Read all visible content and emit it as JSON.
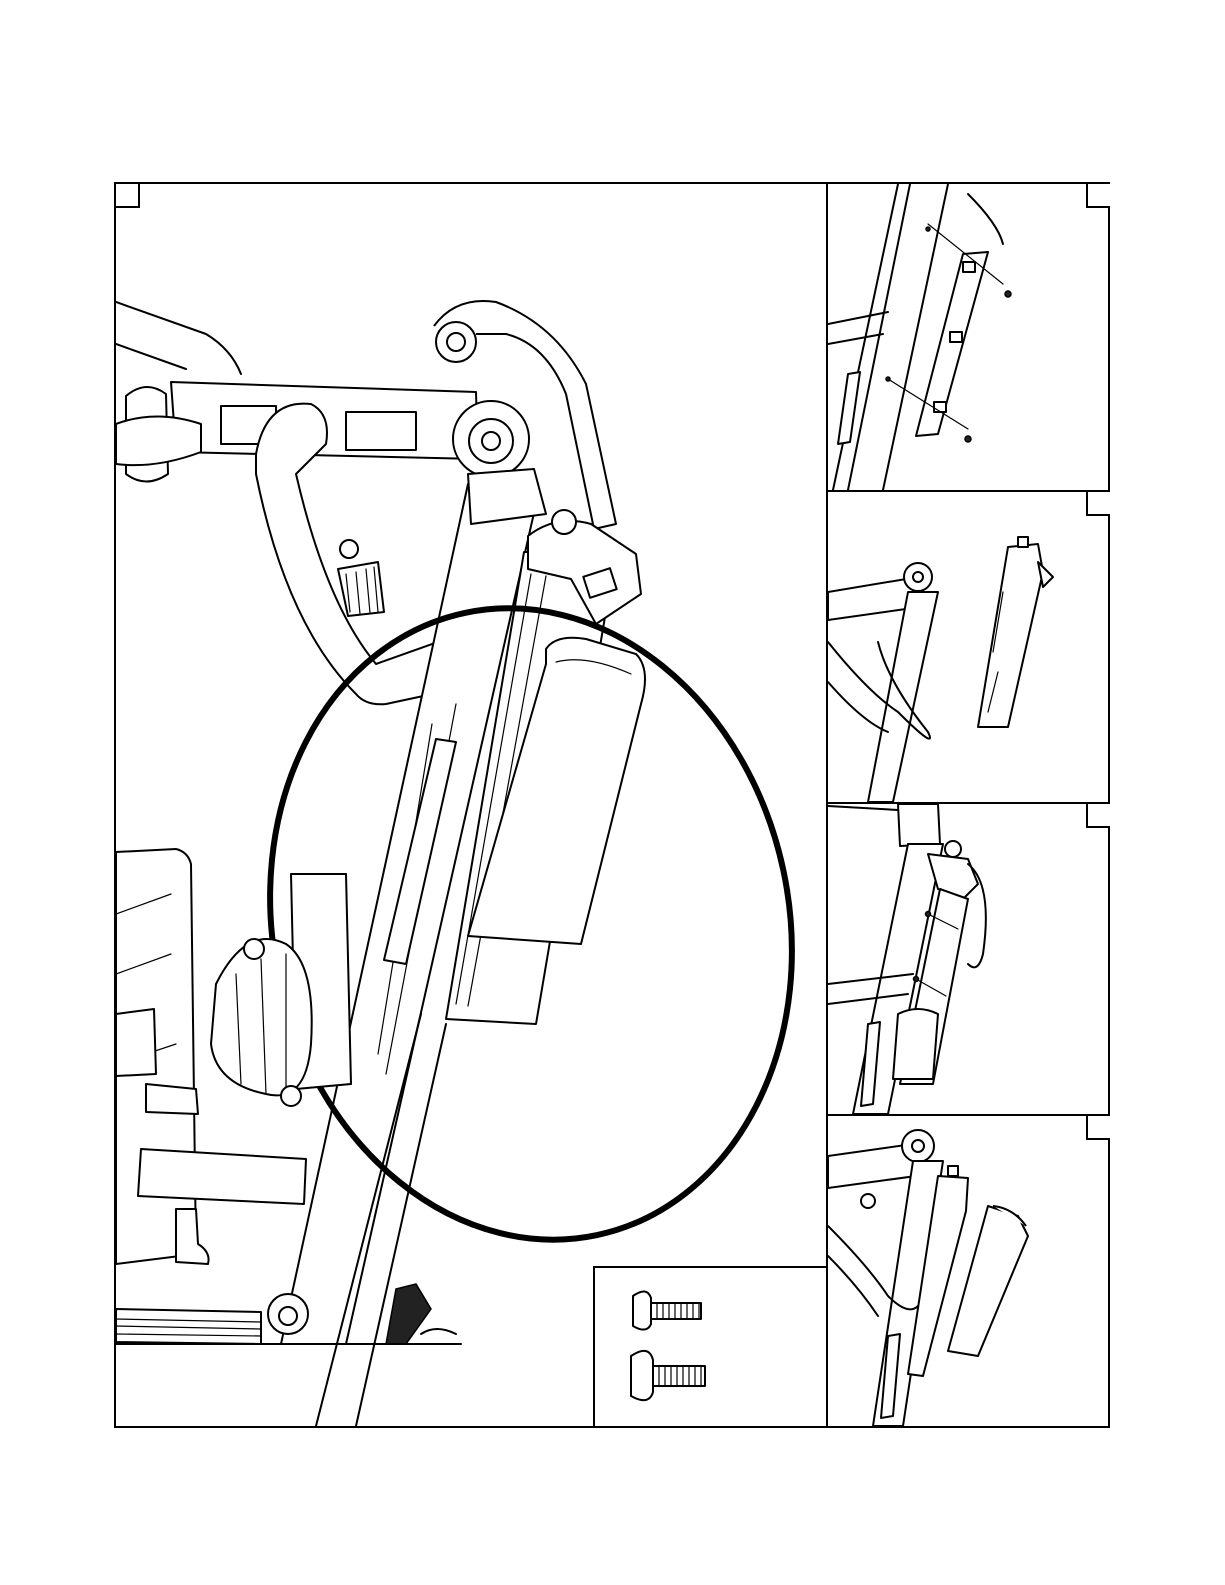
{
  "page": {
    "panels": [
      {
        "id": "main",
        "illustration": "actuator-mounting-overview",
        "callout": "ellipse"
      },
      {
        "id": "step-a",
        "illustration": "bracket-and-screws"
      },
      {
        "id": "step-b",
        "illustration": "actuator-separate"
      },
      {
        "id": "step-c",
        "illustration": "actuator-attached"
      },
      {
        "id": "step-d",
        "illustration": "actuator-angled"
      }
    ],
    "hardware": [
      {
        "icon": "pan-head-screw-short-icon"
      },
      {
        "icon": "pan-head-screw-long-icon"
      }
    ]
  }
}
